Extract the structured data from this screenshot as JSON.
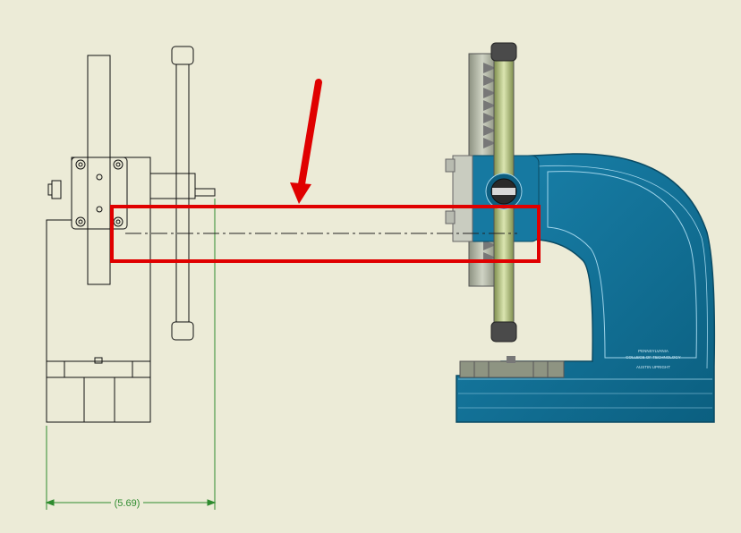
{
  "dimension": {
    "label": "(5.69)"
  },
  "press_label": {
    "line1": "PENNSYLVANIA",
    "line2": "COLLEGE OF TECHNOLOGY",
    "line3": "AUSTIN UPRIGHT"
  },
  "colors": {
    "background": "#ecebd7",
    "line": "#111111",
    "dimension": "#2e8b2e",
    "highlight": "#e00000",
    "press_body": "#0f6f94",
    "press_edge": "#9fd4ea",
    "rack": "#b7bcae",
    "ram": "#c8d69a"
  },
  "icons": [
    "arrow-icon"
  ]
}
